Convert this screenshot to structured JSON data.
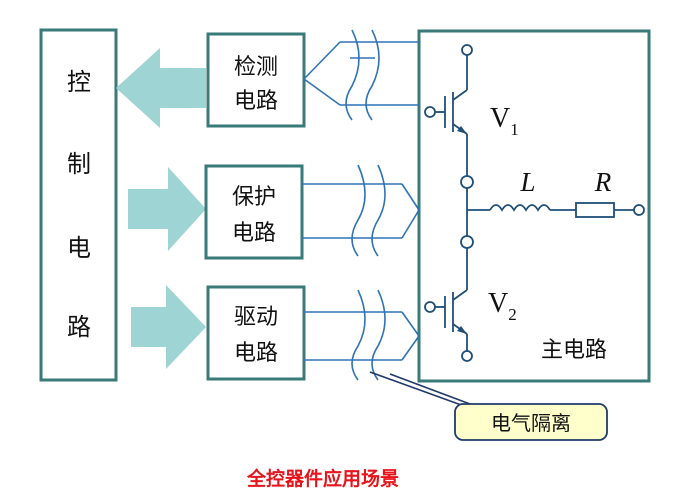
{
  "control_block": {
    "chars": [
      "控",
      "制",
      "电",
      "路"
    ]
  },
  "detect_block": {
    "line1": "检测",
    "line2": "电路"
  },
  "protect_block": {
    "line1": "保护",
    "line2": "电路"
  },
  "drive_block": {
    "line1": "驱动",
    "line2": "电路"
  },
  "main_circuit": {
    "label": "主电路",
    "v1": {
      "base": "V",
      "sub": "1"
    },
    "v2": {
      "base": "V",
      "sub": "2"
    },
    "inductor": "L",
    "resistor": "R"
  },
  "isolation_callout": "电气隔离",
  "caption": "全控器件应用场景",
  "colors": {
    "block_border": "#3a7a78",
    "arrow_fill": "#9fd4d4",
    "wire": "#2e74b5",
    "callout_fill": "#ffffcc",
    "callout_border": "#1f3a6b",
    "caption": "#e8141b"
  }
}
